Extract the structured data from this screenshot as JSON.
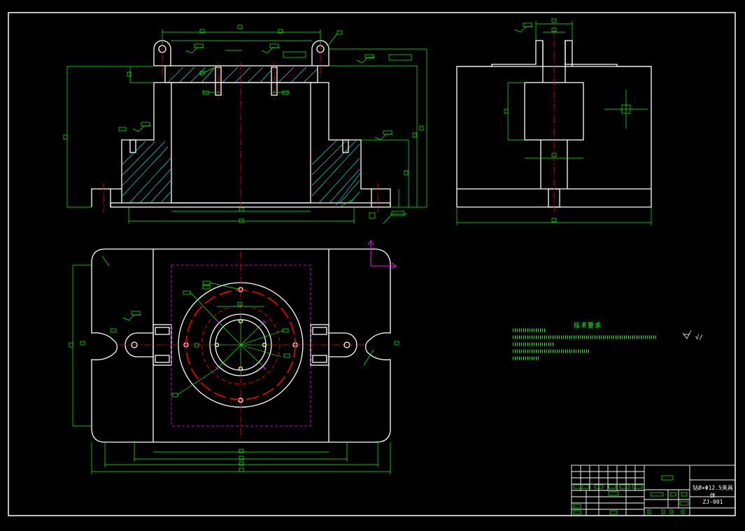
{
  "drawing": {
    "technical_requirements_title": "技术要求",
    "title_block_name": "钻Ø×Φ12.5夹具体",
    "title_block_code": "ZJ-001",
    "surface_note": "√/"
  },
  "colors": {
    "background": "#000000",
    "outline": "#ffffff",
    "dimension": "#00ff00",
    "center_line": "#ff0000",
    "hatch": "#00ffff",
    "hidden": "#ff00ff"
  }
}
